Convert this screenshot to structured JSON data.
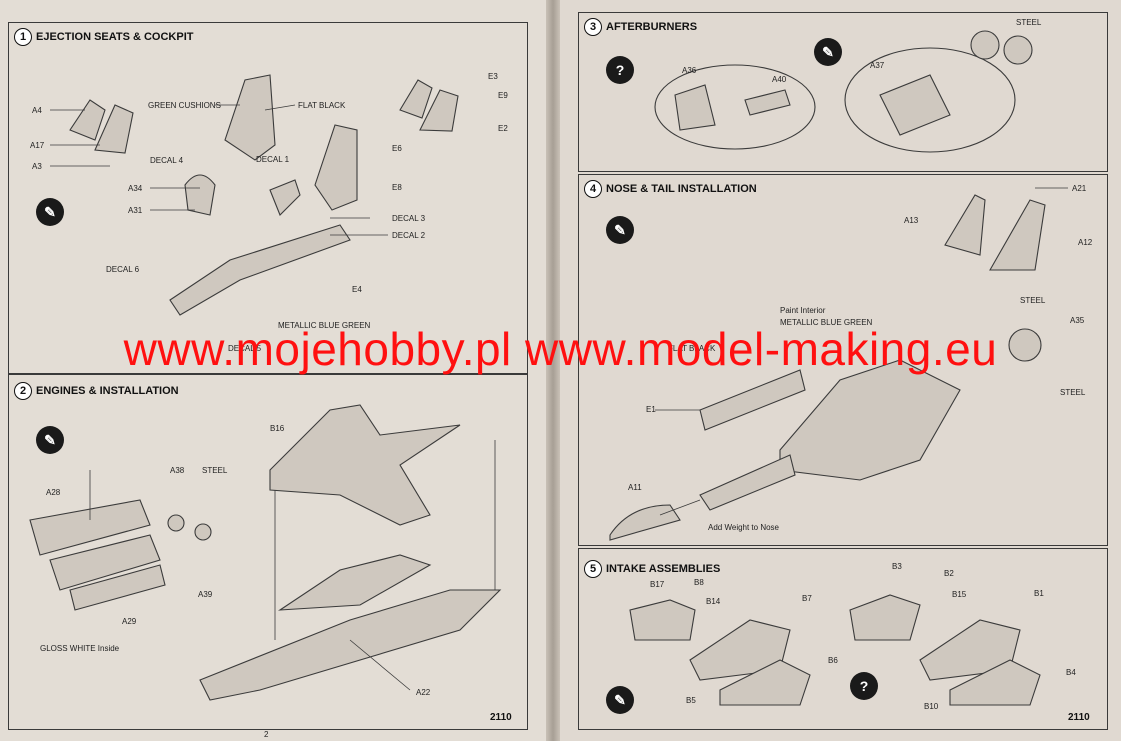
{
  "watermark": "www.mojehobby.pl www.model-making.eu",
  "steps": [
    {
      "num": "1",
      "title": "EJECTION SEATS & COCKPIT"
    },
    {
      "num": "2",
      "title": "ENGINES & INSTALLATION"
    },
    {
      "num": "3",
      "title": "AFTERBURNERS"
    },
    {
      "num": "4",
      "title": "NOSE & TAIL INSTALLATION"
    },
    {
      "num": "5",
      "title": "INTAKE ASSEMBLIES"
    }
  ],
  "labels": {
    "a4": "A4",
    "a17": "A17",
    "a3": "A3",
    "decal4": "DECAL 4",
    "a34": "A34",
    "a31": "A31",
    "decal6": "DECAL 6",
    "green_cushions": "GREEN CUSHIONS",
    "flat_black": "FLAT BLACK",
    "decal1": "DECAL 1",
    "e6": "E6",
    "e8": "E8",
    "decal3": "DECAL 3",
    "decal2": "DECAL 2",
    "e4": "E4",
    "metallic_blue_green": "METALLIC BLUE GREEN",
    "decal5": "DECAL 5",
    "e3": "E3",
    "e9": "E9",
    "e2": "E2",
    "b16": "B16",
    "a38": "A38",
    "steel": "STEEL",
    "a28": "A28",
    "a39": "A39",
    "a29": "A29",
    "gloss_white": "GLOSS WHITE Inside",
    "a22": "A22",
    "a36": "A36",
    "a40": "A40",
    "a37": "A37",
    "steel3": "STEEL",
    "a21": "A21",
    "a13": "A13",
    "a12": "A12",
    "steel4a": "STEEL",
    "a35": "A35",
    "paint_interior": "Paint Interior",
    "metallic4": "METALLIC BLUE GREEN",
    "flat_black4": "FLAT BLACK",
    "steel4b": "STEEL",
    "e1": "E1",
    "a11": "A11",
    "add_weight": "Add Weight to Nose",
    "b17": "B17",
    "b8": "B8",
    "b14": "B14",
    "b7": "B7",
    "b6": "B6",
    "b5": "B5",
    "b3": "B3",
    "b2": "B2",
    "b15": "B15",
    "b1": "B1",
    "b4": "B4",
    "b10": "B10"
  },
  "footer": {
    "kit_left": "2110",
    "kit_right": "2110",
    "page_left": "2"
  },
  "icons": {
    "paint": "paint-icon",
    "question": "question-icon"
  }
}
